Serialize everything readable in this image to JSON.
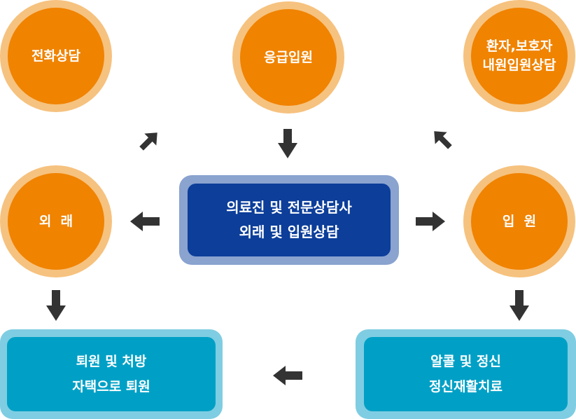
{
  "nodes": {
    "phone_consult": {
      "lines": [
        "전화상담"
      ]
    },
    "emergency_admission": {
      "lines": [
        "응급입원"
      ]
    },
    "visit_consult": {
      "lines": [
        "환자,보호자",
        "내원입원상담"
      ]
    },
    "center": {
      "lines": [
        "의료진 및 전문상담사",
        "외래 및 입원상담"
      ]
    },
    "outpatient": {
      "lines": [
        "외  래"
      ]
    },
    "inpatient": {
      "lines": [
        "입  원"
      ]
    },
    "discharge": {
      "lines": [
        "퇴원 및 처방",
        "자택으로 퇴원"
      ]
    },
    "treatment": {
      "lines": [
        "알콜 및 정신",
        "정신재활치료"
      ]
    }
  },
  "colors": {
    "circle_fill": "#f08300",
    "circle_ring": "#f6c27f",
    "center_fill": "#0c3e9a",
    "center_ring": "#8aa3cf",
    "teal_fill": "#00a0c6",
    "teal_ring": "#7fcde2",
    "arrow": "#333333"
  },
  "arrows": [
    {
      "from": "phone_consult",
      "to": "center",
      "direction": "down-right"
    },
    {
      "from": "emergency_admission",
      "to": "center",
      "direction": "down"
    },
    {
      "from": "visit_consult",
      "to": "center",
      "direction": "down-left"
    },
    {
      "from": "center",
      "to": "outpatient",
      "direction": "left"
    },
    {
      "from": "center",
      "to": "inpatient",
      "direction": "right"
    },
    {
      "from": "outpatient",
      "to": "discharge",
      "direction": "down"
    },
    {
      "from": "inpatient",
      "to": "treatment",
      "direction": "down"
    },
    {
      "from": "treatment",
      "to": "discharge",
      "direction": "left"
    }
  ]
}
